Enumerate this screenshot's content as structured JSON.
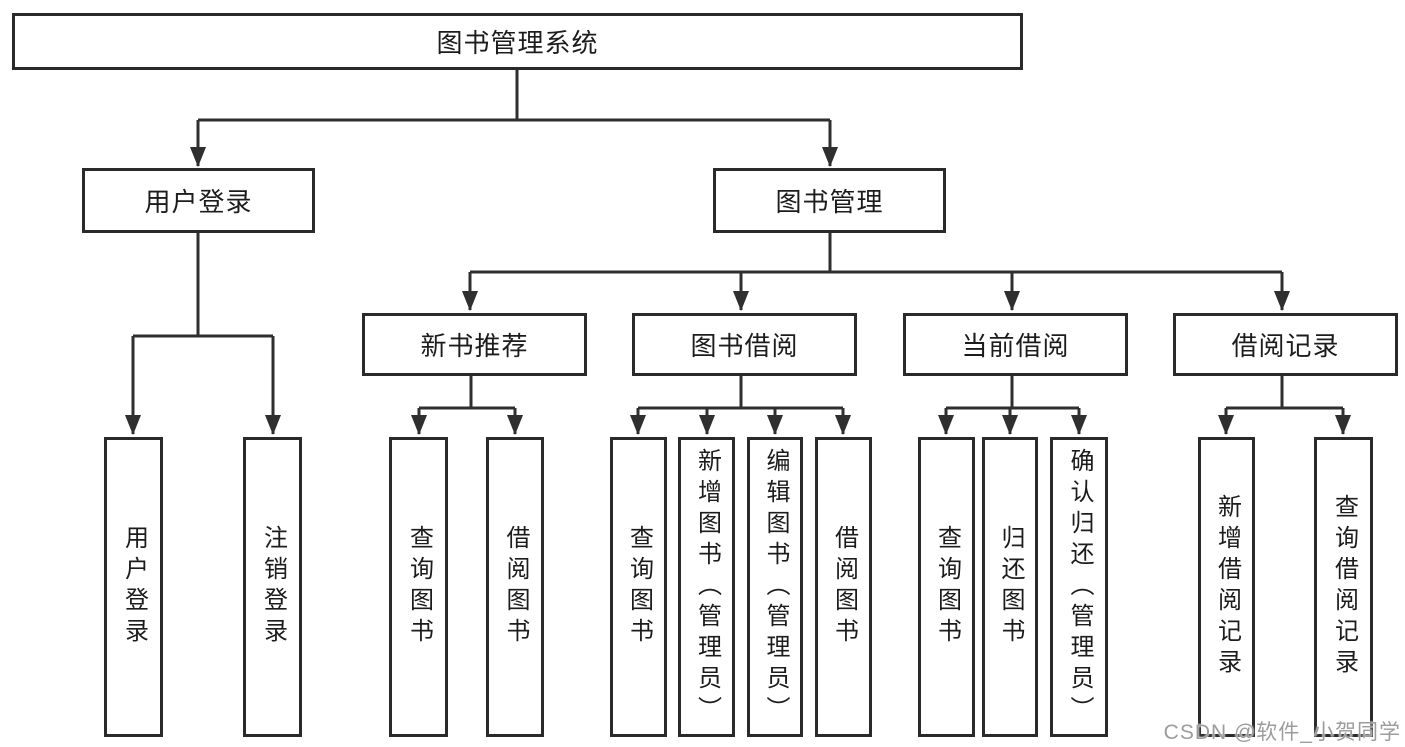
{
  "diagram": {
    "root": {
      "label": "图书管理系统"
    },
    "branches": [
      {
        "label": "用户登录",
        "children": [
          {
            "label": "用户登录"
          },
          {
            "label": "注销登录"
          }
        ]
      },
      {
        "label": "图书管理",
        "children": [
          {
            "label": "新书推荐",
            "children": [
              {
                "label": "查询图书"
              },
              {
                "label": "借阅图书"
              }
            ]
          },
          {
            "label": "图书借阅",
            "children": [
              {
                "label": "查询图书"
              },
              {
                "label": "新增图书（管理员）"
              },
              {
                "label": "编辑图书（管理员）"
              },
              {
                "label": "借阅图书"
              }
            ]
          },
          {
            "label": "当前借阅",
            "children": [
              {
                "label": "查询图书"
              },
              {
                "label": "归还图书"
              },
              {
                "label": "确认归还（管理员）"
              }
            ]
          },
          {
            "label": "借阅记录",
            "children": [
              {
                "label": "新增借阅记录"
              },
              {
                "label": "查询借阅记录"
              }
            ]
          }
        ]
      }
    ]
  },
  "watermark": {
    "text": "CSDN @软件_小贺同学"
  },
  "colors": {
    "line": "#2f2f2f",
    "box_border": "#2a2a2a",
    "text": "#1c1c1c",
    "background": "#ffffff",
    "watermark": "#9c9c9c"
  }
}
